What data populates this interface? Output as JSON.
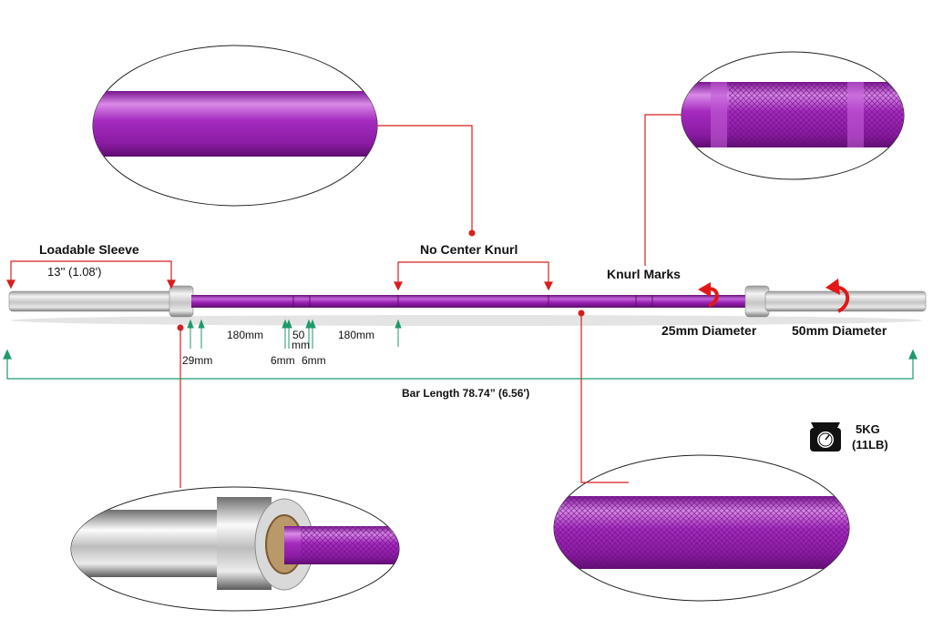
{
  "labels": {
    "loadable_sleeve": "Loadable Sleeve",
    "sleeve_length": "13'' (1.08')",
    "no_center_knurl": "No Center Knurl",
    "knurl_marks": "Knurl Marks",
    "diameter_25": "25mm Diameter",
    "diameter_50": "50mm Diameter",
    "bar_length": "Bar Length 78.74” (6.56')",
    "weight_kg": "5KG",
    "weight_lb": "(11LB)"
  },
  "measurements": {
    "collar": "29mm",
    "knurl_left": "180mm",
    "knurl_right": "180mm",
    "gap_50_top": "50",
    "gap_50_bottom": "mm",
    "mark_a": "6mm",
    "mark_b": "6mm"
  },
  "icons": {
    "weight": "scale-icon"
  },
  "colors": {
    "bar_purple": "#9b1fb5",
    "callout_red": "#d81e1e",
    "dimension_green": "#1f9a6a",
    "chrome": "#c8c8c8"
  }
}
